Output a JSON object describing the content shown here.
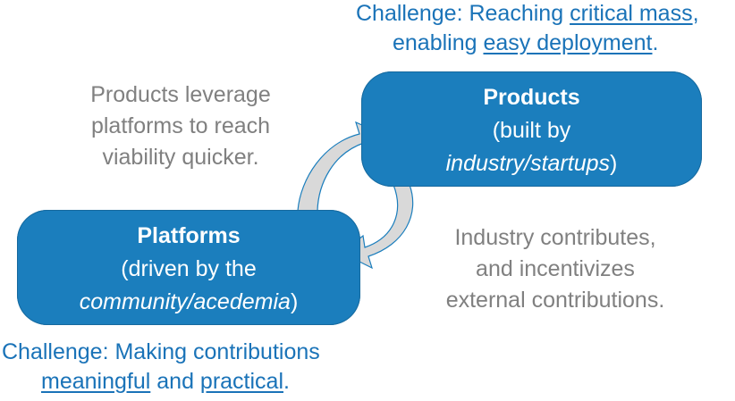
{
  "top_challenge": {
    "prefix": "Challenge: Reaching ",
    "link1": "critical mass",
    "mid": ",",
    "line2_prefix": "enabling ",
    "link2": "easy deployment",
    "suffix": "."
  },
  "left_note": {
    "line1": "Products leverage",
    "line2": "platforms to reach",
    "line3": "viability quicker."
  },
  "products_box": {
    "title": "Products",
    "line1": "(built by",
    "italic": "industry/startups",
    "close": ")"
  },
  "platforms_box": {
    "title": "Platforms",
    "line1": "(driven by the",
    "italic": "community/acedemia",
    "close": ")"
  },
  "right_note": {
    "line1": "Industry contributes,",
    "line2": "and incentivizes",
    "line3": "external contributions."
  },
  "bottom_challenge": {
    "line1": "Challenge: Making contributions",
    "link1": "meaningful",
    "mid": " and ",
    "link2": "practical",
    "suffix": "."
  },
  "colors": {
    "box_fill": "#1b7ebd",
    "challenge_text": "#1a73b8",
    "note_text": "#808080",
    "arrow_fill": "#d9d9d9"
  }
}
